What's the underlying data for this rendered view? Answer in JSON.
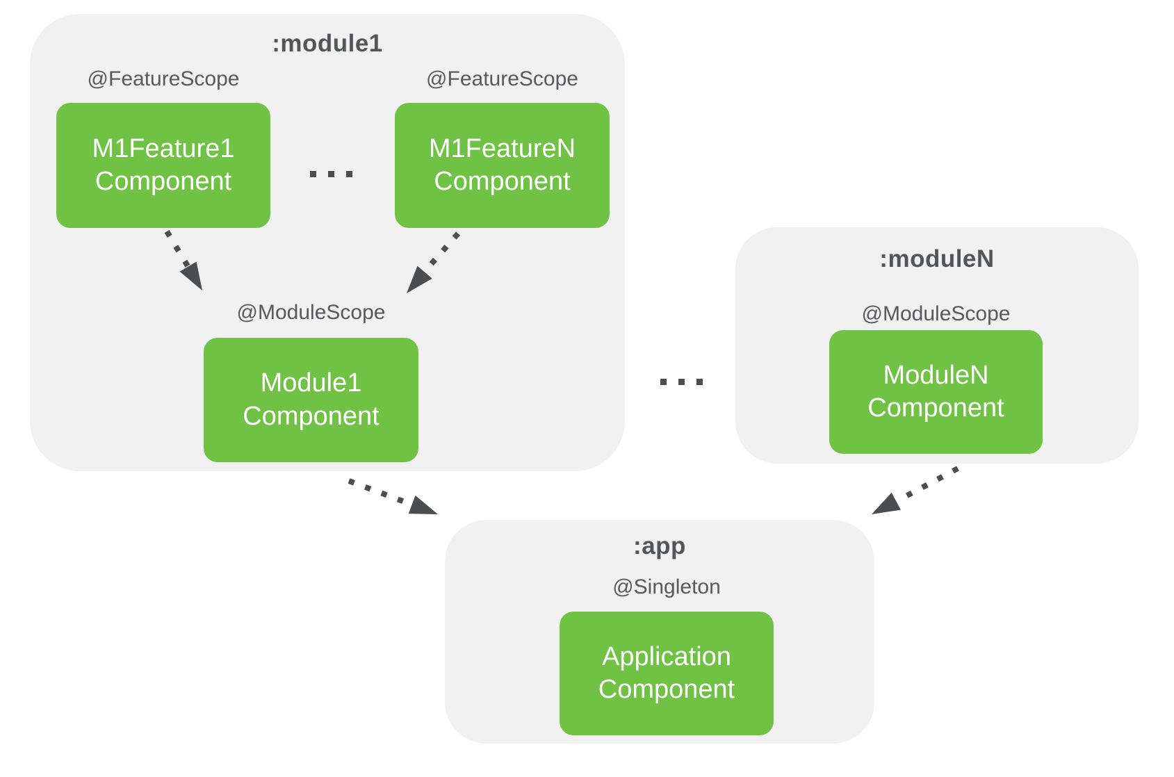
{
  "module1": {
    "title": ":module1",
    "feature1": {
      "scope": "@FeatureScope",
      "name": "M1Feature1\nComponent"
    },
    "featureN": {
      "scope": "@FeatureScope",
      "name": "M1FeatureN\nComponent"
    },
    "features_ellipsis": "...",
    "module": {
      "scope": "@ModuleScope",
      "name": "Module1\nComponent"
    }
  },
  "moduleN": {
    "title": ":moduleN",
    "module": {
      "scope": "@ModuleScope",
      "name": "ModuleN\nComponent"
    }
  },
  "app": {
    "title": ":app",
    "component": {
      "scope": "@Singleton",
      "name": "Application\nComponent"
    }
  },
  "modules_ellipsis": "...",
  "colors": {
    "component_green": "#70c244",
    "container_gray": "#f1f1f2",
    "text_dark": "#58595b",
    "title_dark": "#545557",
    "arrow_gray": "#4c4d4f",
    "component_text": "#ffffff"
  }
}
